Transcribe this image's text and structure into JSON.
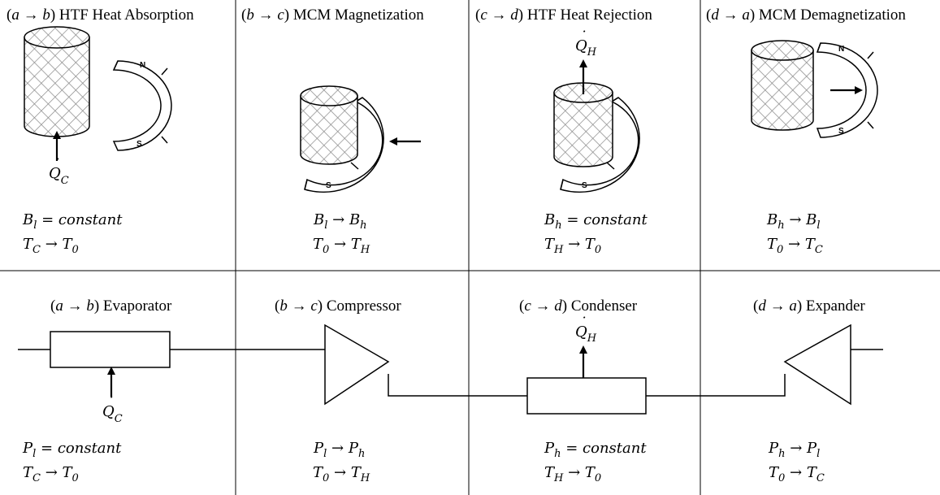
{
  "magnetic_cycle": {
    "ab": {
      "head": {
        "open": "(",
        "a": "a",
        "arrow": " → ",
        "b": "b",
        "close": ") HTF Heat Absorption"
      },
      "heat": {
        "q": "Q",
        "dot": "˙",
        "sub": "C"
      },
      "line1": {
        "sym": "B",
        "sub": "l",
        "rest": " = constant"
      },
      "line2": {
        "a": "T",
        "asub": "C",
        "arrow": " → ",
        "b": "T",
        "bsub": "0"
      }
    },
    "bc": {
      "head": {
        "open": "(",
        "a": "b",
        "arrow": " → ",
        "b": "c",
        "close": ") MCM Magnetization"
      },
      "line1": {
        "a": "B",
        "asub": "l",
        "arrow": " → ",
        "b": "B",
        "bsub": "h"
      },
      "line2": {
        "a": "T",
        "asub": "0",
        "arrow": " → ",
        "b": "T",
        "bsub": "H"
      }
    },
    "cd": {
      "head": {
        "open": "(",
        "a": "c",
        "arrow": " → ",
        "b": "d",
        "close": ") HTF Heat Rejection"
      },
      "heat": {
        "q": "Q",
        "dot": "˙",
        "sub": "H"
      },
      "line1": {
        "sym": "B",
        "sub": "h",
        "rest": " = constant"
      },
      "line2": {
        "a": "T",
        "asub": "H",
        "arrow": " → ",
        "b": "T",
        "bsub": "0"
      }
    },
    "da": {
      "head": {
        "open": "(",
        "a": "d",
        "arrow": " → ",
        "b": "a",
        "close": ") MCM Demagnetization"
      },
      "line1": {
        "a": "B",
        "asub": "h",
        "arrow": " → ",
        "b": "B",
        "bsub": "l"
      },
      "line2": {
        "a": "T",
        "asub": "0",
        "arrow": " → ",
        "b": "T",
        "bsub": "C"
      }
    },
    "pole_n": "N",
    "pole_s": "S"
  },
  "vapor_cycle": {
    "ab": {
      "head": {
        "open": "(",
        "a": "a",
        "arrow": " → ",
        "b": "b",
        "close": ") Evaporator"
      },
      "heat": {
        "q": "Q",
        "dot": "˙",
        "sub": "C"
      },
      "line1": {
        "sym": "P",
        "sub": "l",
        "rest": " = constant"
      },
      "line2": {
        "a": "T",
        "asub": "C",
        "arrow": " → ",
        "b": "T",
        "bsub": "0"
      }
    },
    "bc": {
      "head": {
        "open": "(",
        "a": "b",
        "arrow": " → ",
        "b": "c",
        "close": ") Compressor"
      },
      "line1": {
        "a": "P",
        "asub": "l",
        "arrow": " → ",
        "b": "P",
        "bsub": "h"
      },
      "line2": {
        "a": "T",
        "asub": "0",
        "arrow": " → ",
        "b": "T",
        "bsub": "H"
      }
    },
    "cd": {
      "head": {
        "open": "(",
        "a": "c",
        "arrow": " → ",
        "b": "d",
        "close": ") Condenser"
      },
      "heat": {
        "q": "Q",
        "dot": "˙",
        "sub": "H"
      },
      "line1": {
        "sym": "P",
        "sub": "h",
        "rest": " = constant"
      },
      "line2": {
        "a": "T",
        "asub": "H",
        "arrow": " → ",
        "b": "T",
        "bsub": "0"
      }
    },
    "da": {
      "head": {
        "open": "(",
        "a": "d",
        "arrow": " → ",
        "b": "a",
        "close": ") Expander"
      },
      "line1": {
        "a": "P",
        "asub": "h",
        "arrow": " → ",
        "b": "P",
        "bsub": "l"
      },
      "line2": {
        "a": "T",
        "asub": "0",
        "arrow": " → ",
        "b": "T",
        "bsub": "C"
      }
    }
  }
}
